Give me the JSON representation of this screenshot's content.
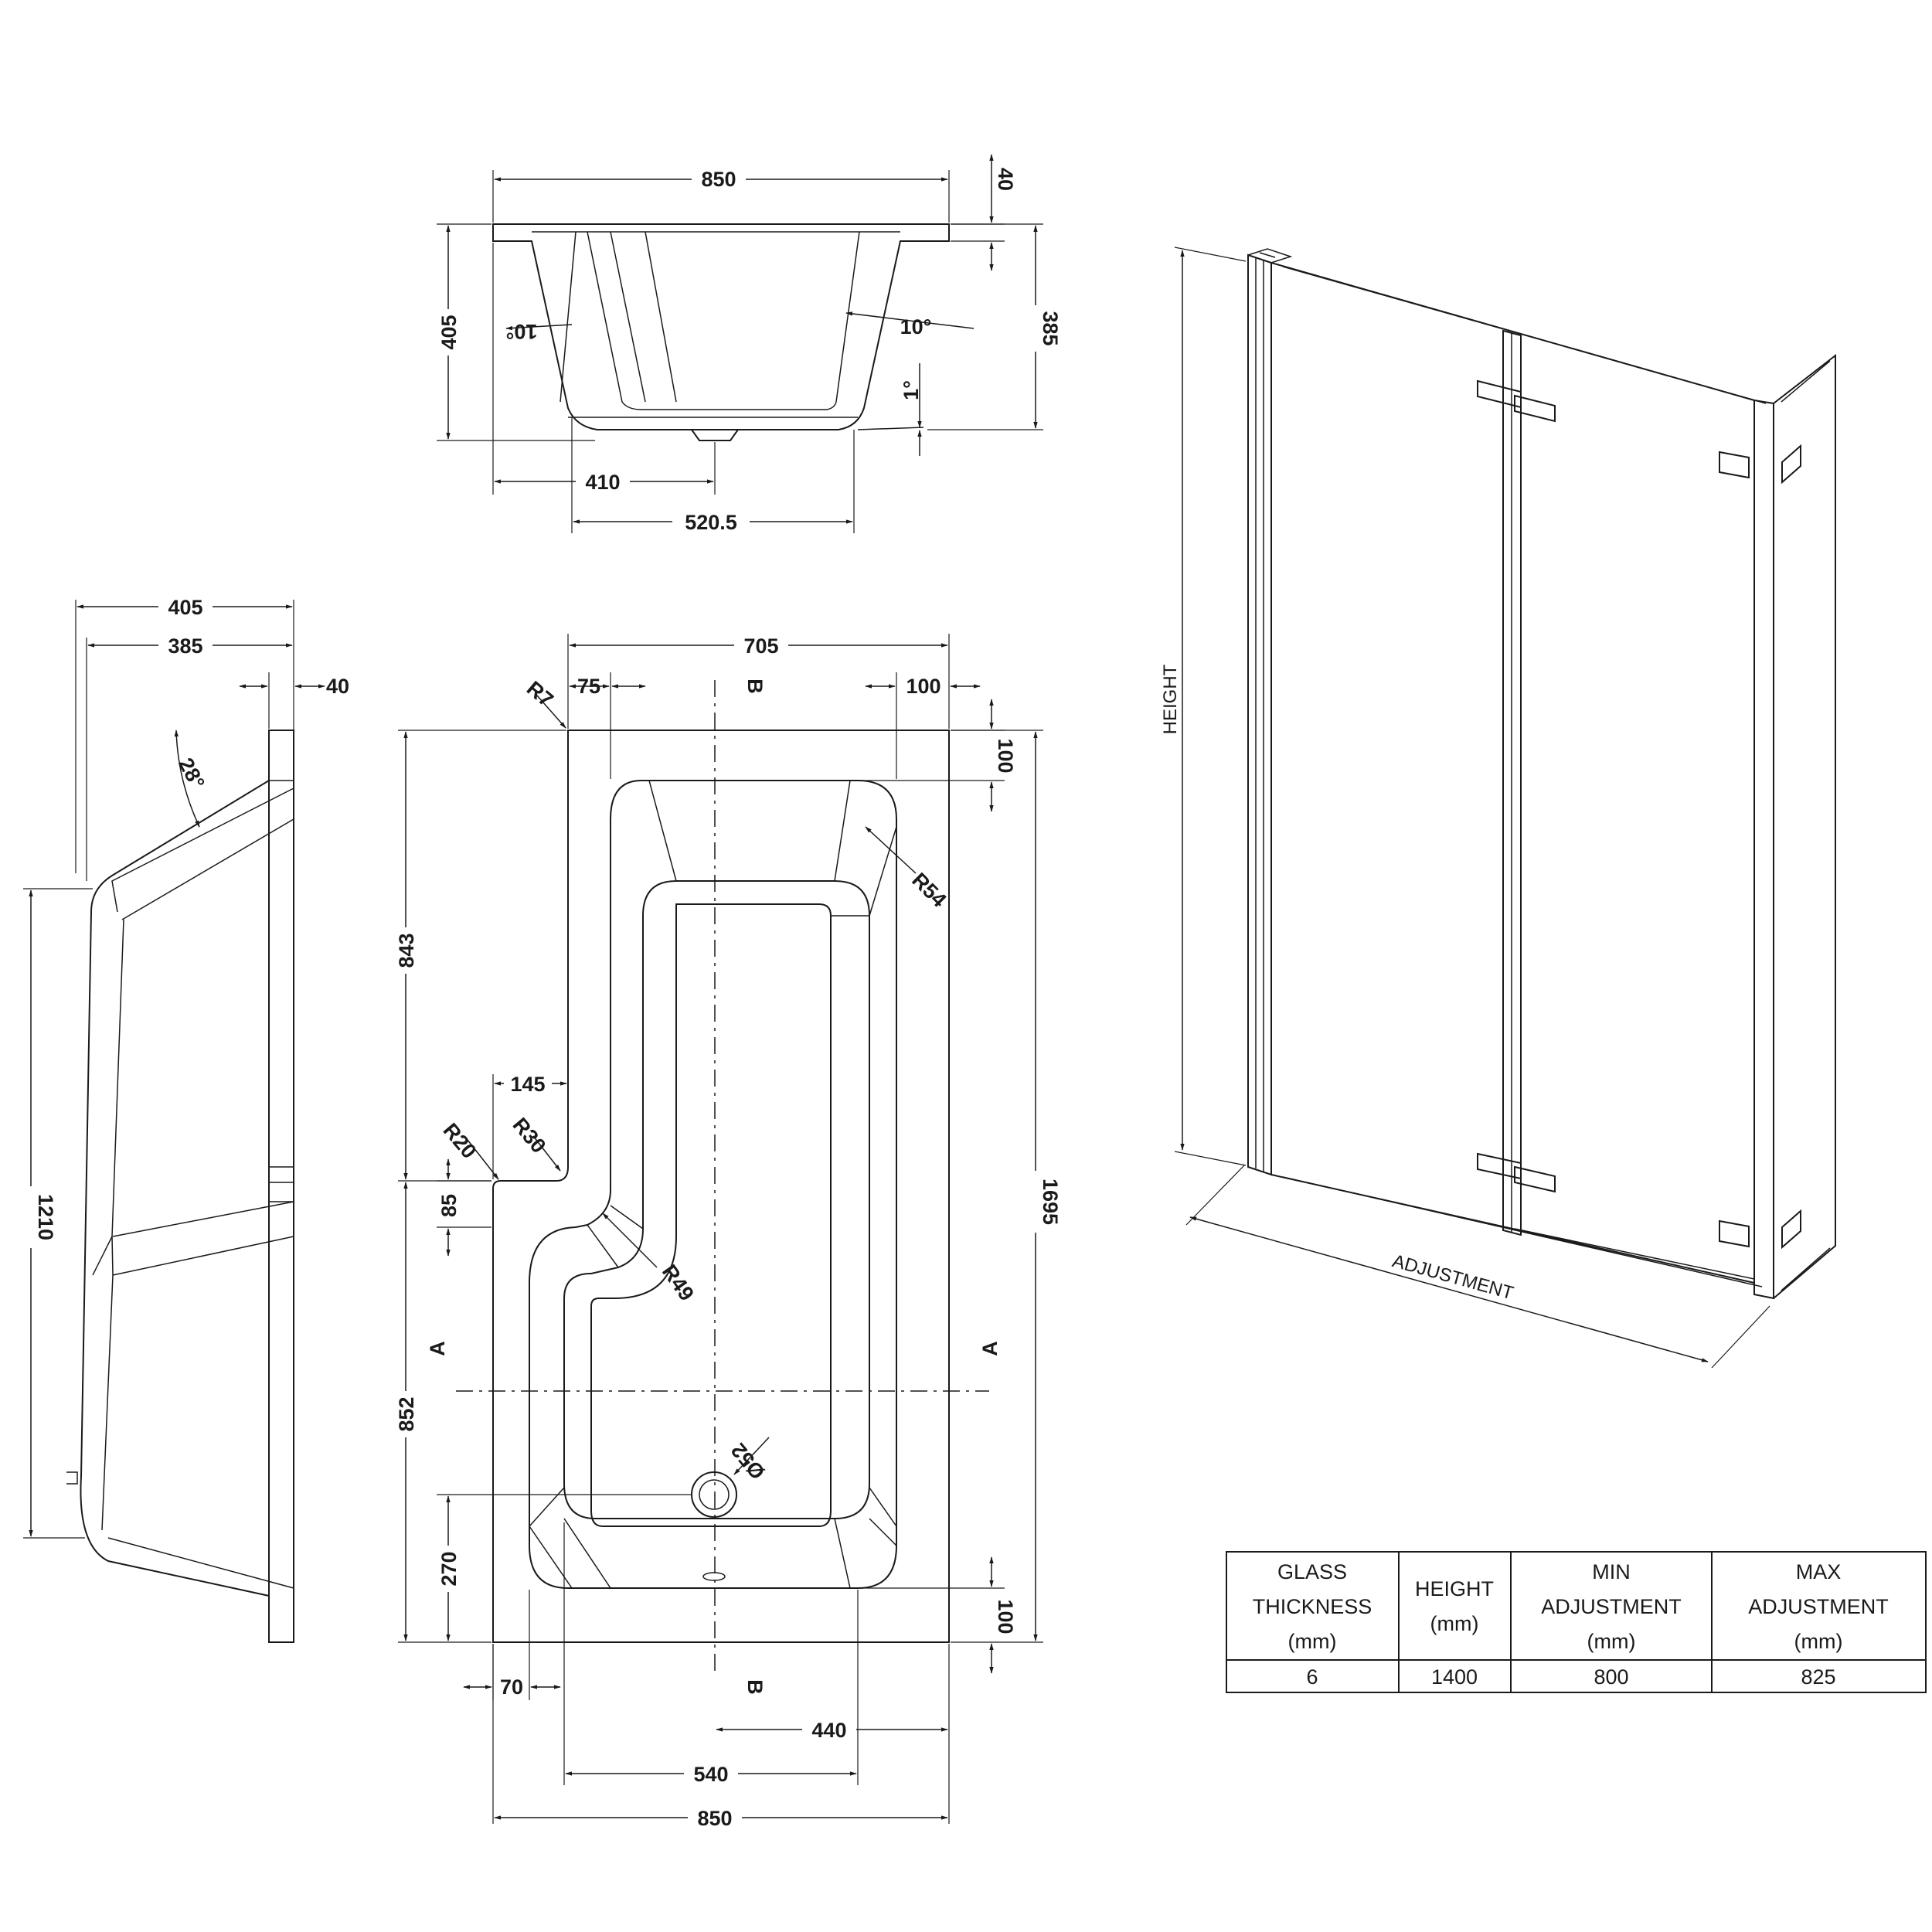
{
  "end_view": {
    "width": "850",
    "rim": "40",
    "depth_outer": "405",
    "depth_inner": "385",
    "angle_left": "10°",
    "angle_right": "10°",
    "angle_base": "1°",
    "waste_offset": "410",
    "base_width": "520.5"
  },
  "side_view": {
    "depth_outer": "405",
    "depth_inner": "385",
    "rim": "40",
    "angle": "28°",
    "base_length": "1210"
  },
  "plan_view": {
    "top_width": "705",
    "top_left_offset": "75",
    "top_right_offset": "100",
    "end_margin_top": "100",
    "corner_radius": "R7",
    "radius_bowl": "R54",
    "upper_length": "843",
    "step_width": "145",
    "radius_20": "R20",
    "radius_30": "R30",
    "step_height": "85",
    "radius_49": "R49",
    "overall_length": "1695",
    "lower_length": "852",
    "waste_diameter": "Ø52",
    "waste_from_end": "270",
    "end_margin_bottom": "100",
    "side_margin": "70",
    "waste_from_side": "440",
    "bowl_width": "540",
    "overall_width": "850",
    "section_a": "A",
    "section_b": "B"
  },
  "screen": {
    "height_label": "HEIGHT",
    "adjustment_label": "ADJUSTMENT"
  },
  "spec_table": {
    "headers": [
      [
        "GLASS",
        "THICKNESS",
        "(mm)"
      ],
      [
        "HEIGHT",
        "(mm)"
      ],
      [
        "MIN",
        "ADJUSTMENT",
        "(mm)"
      ],
      [
        "MAX",
        "ADJUSTMENT",
        "(mm)"
      ]
    ],
    "values": [
      "6",
      "1400",
      "800",
      "825"
    ]
  }
}
